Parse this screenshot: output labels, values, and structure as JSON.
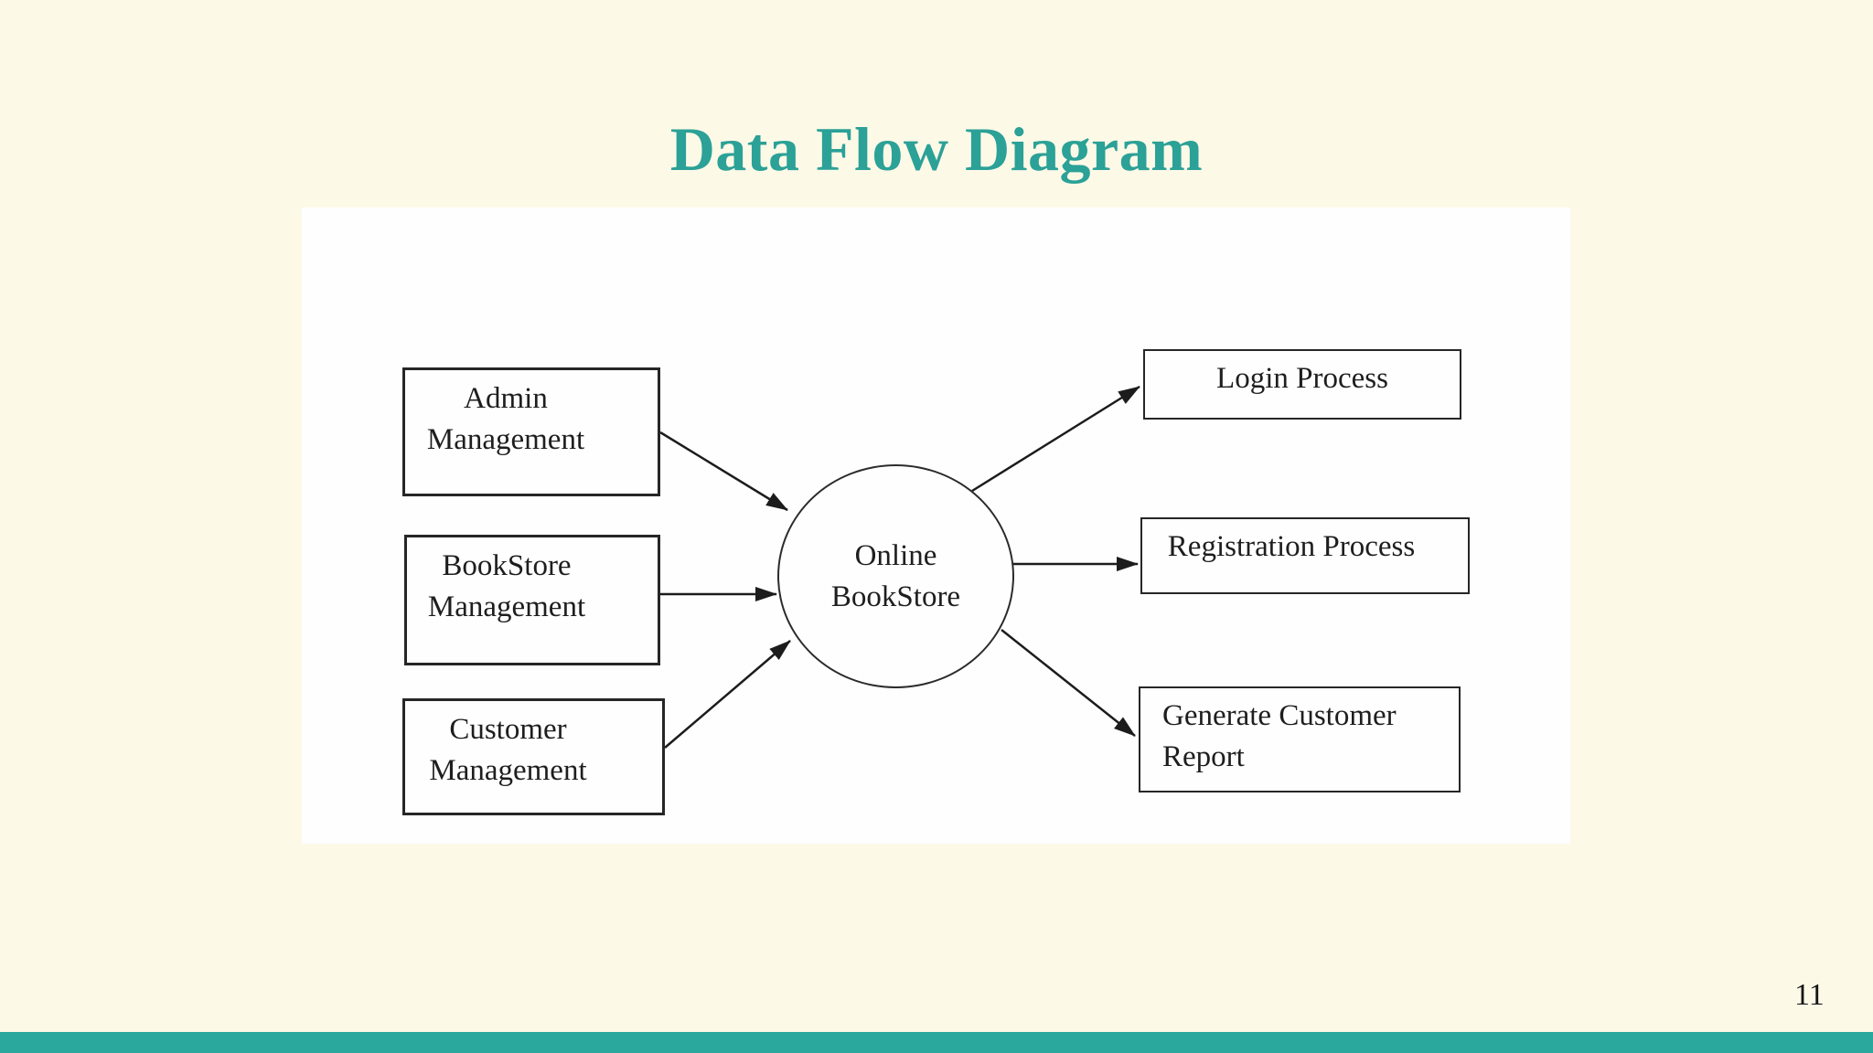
{
  "slide": {
    "title": "Data Flow Diagram",
    "page_number": "11"
  },
  "theme": {
    "background": "#fdf9e7",
    "panel": "#fdfefd",
    "accent_teal": "#2ba197",
    "footer_bar": "#2ba89d",
    "diagram_line": "#1c1c1c",
    "diagram_text": "#1e1e1e"
  },
  "diagram": {
    "center_node": {
      "line1": "Online",
      "line2": "BookStore"
    },
    "left_nodes": [
      {
        "line1": "Admin",
        "line2": "Management"
      },
      {
        "line1": "BookStore",
        "line2": "Management"
      },
      {
        "line1": "Customer",
        "line2": "Management"
      }
    ],
    "right_nodes": [
      {
        "label": "Login Process"
      },
      {
        "label": "Registration Process"
      },
      {
        "line1": "Generate Customer",
        "line2": "Report"
      }
    ],
    "edges": [
      {
        "from": "Admin Management",
        "to": "Online BookStore"
      },
      {
        "from": "BookStore Management",
        "to": "Online BookStore"
      },
      {
        "from": "Customer Management",
        "to": "Online BookStore"
      },
      {
        "from": "Online BookStore",
        "to": "Login Process"
      },
      {
        "from": "Online BookStore",
        "to": "Registration Process"
      },
      {
        "from": "Online BookStore",
        "to": "Generate Customer Report"
      }
    ]
  }
}
